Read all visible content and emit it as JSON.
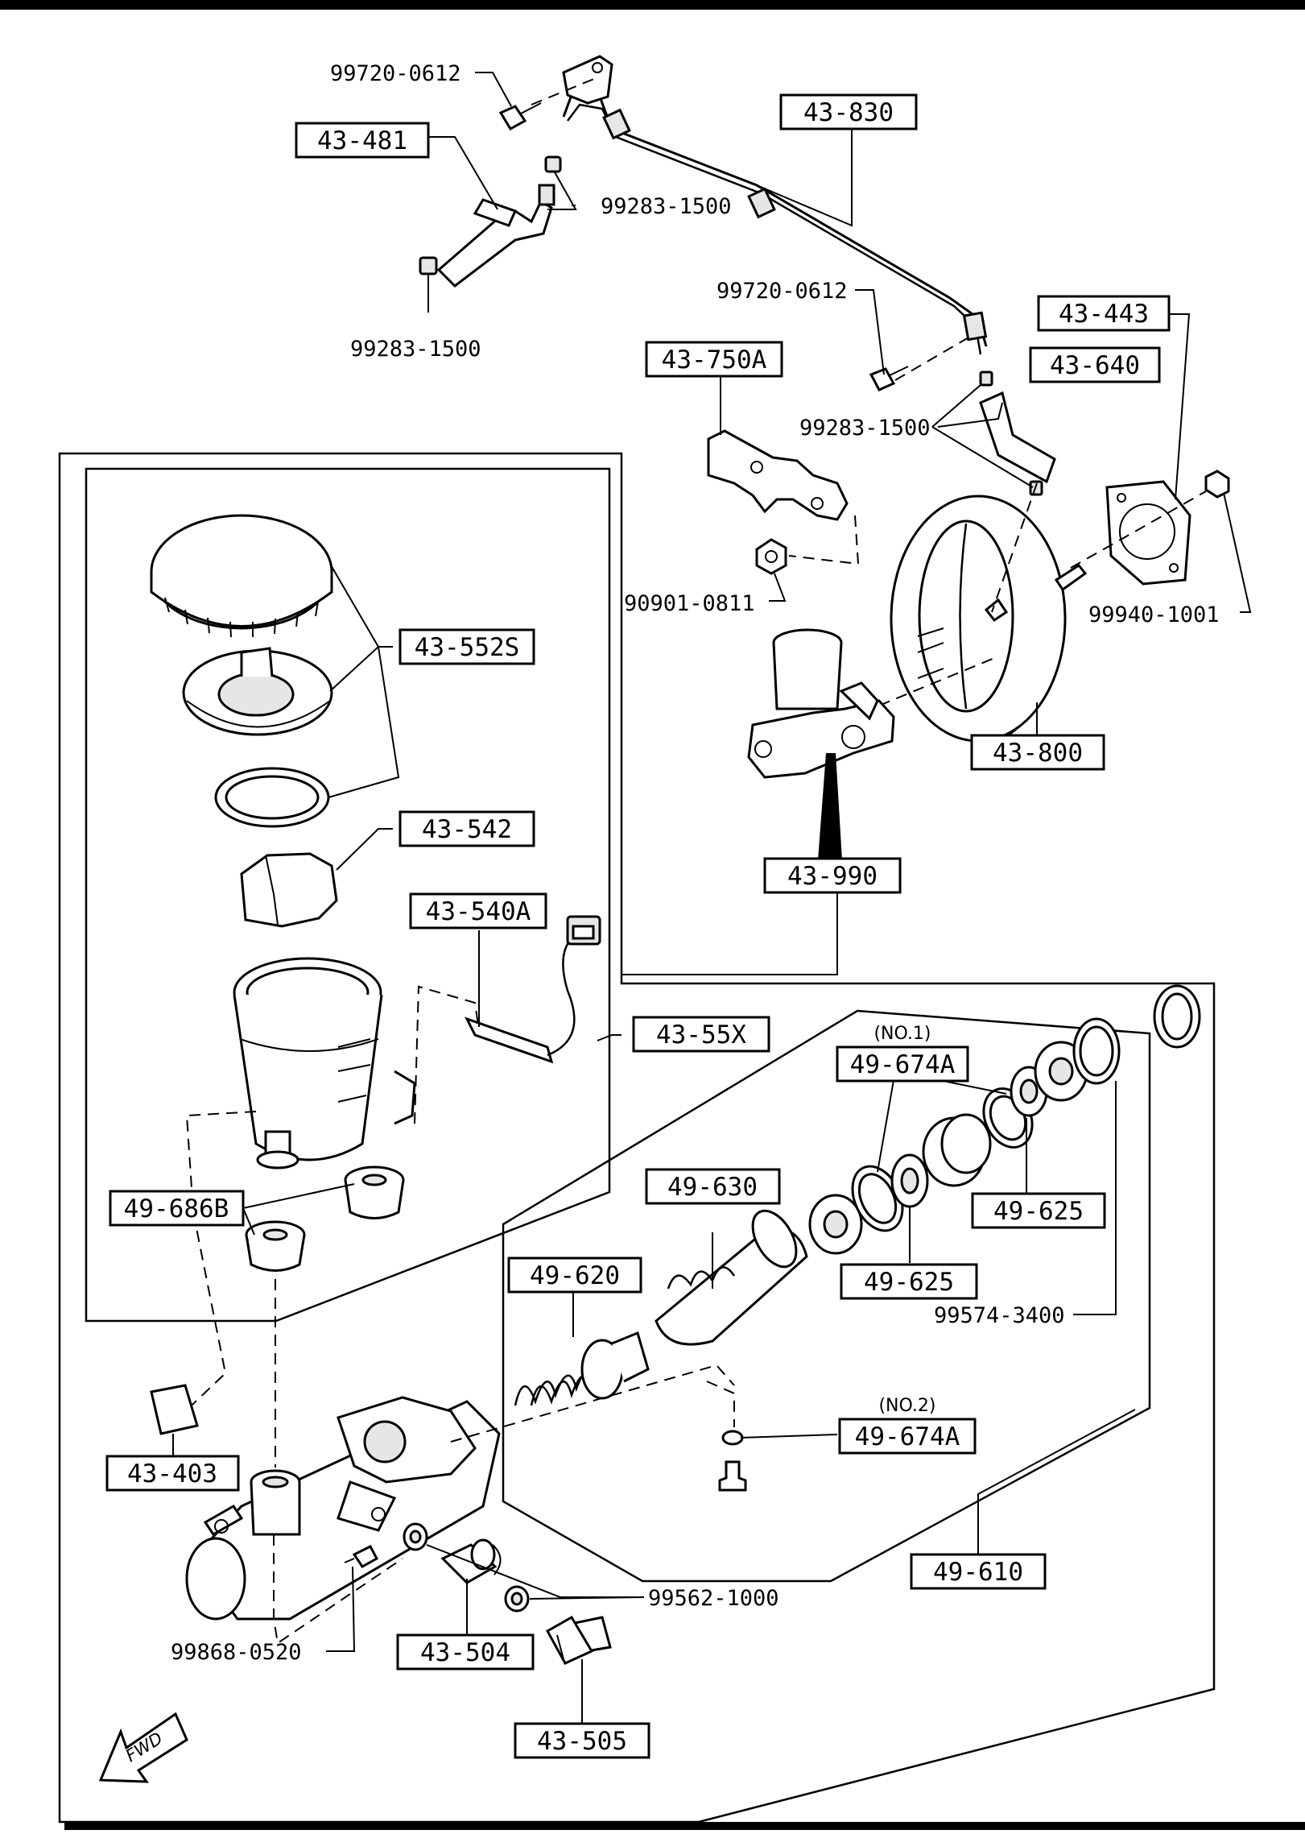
{
  "boxed_labels": [
    {
      "id": "43-830",
      "text": "43-830"
    },
    {
      "id": "43-481",
      "text": "43-481"
    },
    {
      "id": "43-443",
      "text": "43-443"
    },
    {
      "id": "43-750A",
      "text": "43-750A"
    },
    {
      "id": "43-640",
      "text": "43-640"
    },
    {
      "id": "43-552S",
      "text": "43-552S"
    },
    {
      "id": "43-542",
      "text": "43-542"
    },
    {
      "id": "43-540A",
      "text": "43-540A"
    },
    {
      "id": "43-55X",
      "text": "43-55X"
    },
    {
      "id": "43-800",
      "text": "43-800"
    },
    {
      "id": "43-990",
      "text": "43-990"
    },
    {
      "id": "49-674A-1",
      "text": "49-674A"
    },
    {
      "id": "49-686B",
      "text": "49-686B"
    },
    {
      "id": "49-630",
      "text": "49-630"
    },
    {
      "id": "49-625-a",
      "text": "49-625"
    },
    {
      "id": "49-620",
      "text": "49-620"
    },
    {
      "id": "49-625-b",
      "text": "49-625"
    },
    {
      "id": "49-674A-2",
      "text": "49-674A"
    },
    {
      "id": "43-403",
      "text": "43-403"
    },
    {
      "id": "49-610",
      "text": "49-610"
    },
    {
      "id": "43-504",
      "text": "43-504"
    },
    {
      "id": "43-505",
      "text": "43-505"
    }
  ],
  "part_numbers": [
    {
      "id": "pn-99720-top",
      "text": "99720-0612"
    },
    {
      "id": "pn-99283-mid",
      "text": "99283-1500"
    },
    {
      "id": "pn-99283-left",
      "text": "99283-1500"
    },
    {
      "id": "pn-99720-right",
      "text": "99720-0612"
    },
    {
      "id": "pn-99283-right",
      "text": "99283-1500"
    },
    {
      "id": "pn-90901",
      "text": "90901-0811"
    },
    {
      "id": "pn-99940",
      "text": "99940-1001"
    },
    {
      "id": "pn-99574",
      "text": "99574-3400"
    },
    {
      "id": "pn-99562",
      "text": "99562-1000"
    },
    {
      "id": "pn-99868",
      "text": "99868-0520"
    }
  ],
  "notes": {
    "no1": "(NO.1)",
    "no2": "(NO.2)",
    "fwd": "FWD"
  }
}
